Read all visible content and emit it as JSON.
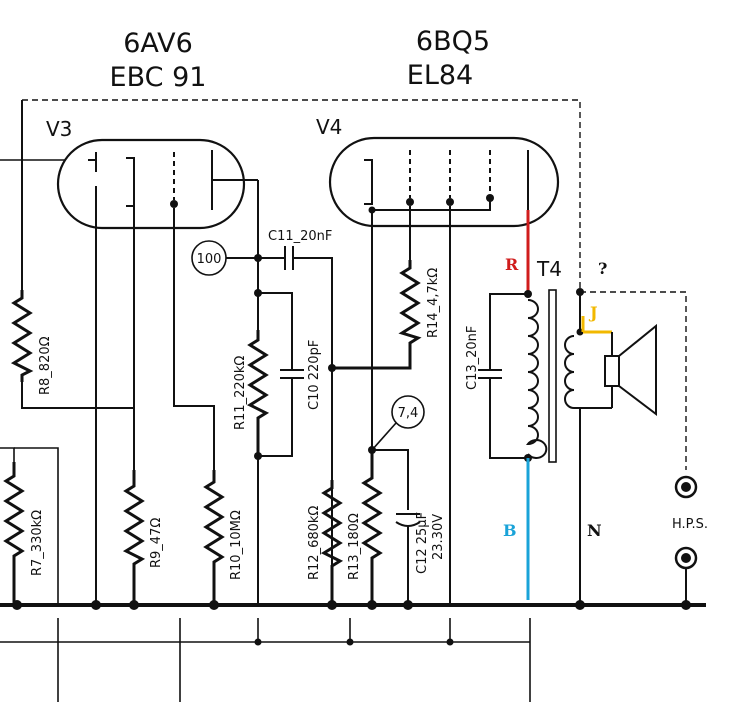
{
  "tubes": {
    "v3": {
      "type": "6AV6",
      "equiv": "EBC 91",
      "ref": "V3"
    },
    "v4": {
      "type": "6BQ5",
      "equiv": "EL84",
      "ref": "V4"
    }
  },
  "components": {
    "r8": "R8_820Ω",
    "r7": "R7_330kΩ",
    "r9": "R9_47Ω",
    "r10": "R10_10MΩ",
    "r11": "R11_220kΩ",
    "c10": "C10 220pF",
    "c11": "C11_20nF",
    "r12": "R12_680kΩ",
    "r13": "R13_180Ω",
    "c12a": "C12 25µF",
    "c12b": "23.30V",
    "r14": "R14_4,7kΩ",
    "c13": "C13_20nF",
    "t4": "T4"
  },
  "test_points": {
    "tp100": "100",
    "tp74": "7,4"
  },
  "markers": {
    "r": "R",
    "b": "B",
    "j": "J",
    "n": "N",
    "question": "?"
  },
  "hps": "H.P.S.",
  "colors": {
    "red": "#d01c1c",
    "blue": "#1aa3d8",
    "yellow": "#f2b800",
    "ink": "#111111"
  }
}
